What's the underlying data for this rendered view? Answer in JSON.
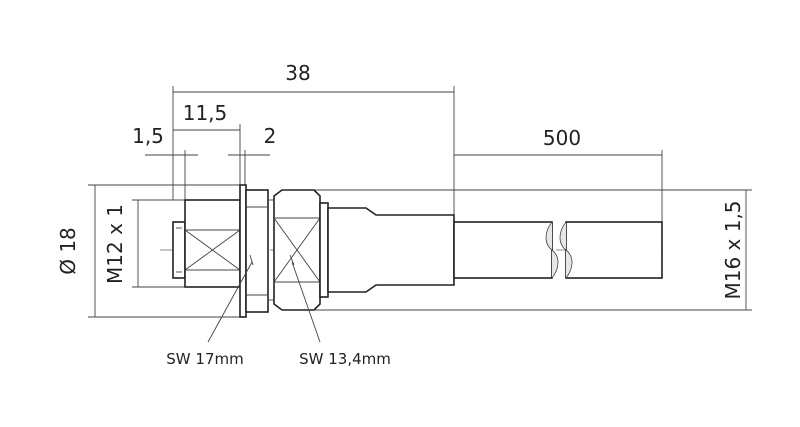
{
  "dimensions": {
    "overall_length": "38",
    "cable_length": "500",
    "thread_to_nut": "11,5",
    "front_offset": "1,5",
    "nut_thickness": "2",
    "flange_diameter": "Ø 18",
    "front_thread": "M12 x 1",
    "rear_thread": "M16 x 1,5"
  },
  "callouts": {
    "wrench_front": "SW 17mm",
    "wrench_rear": "SW 13,4mm"
  }
}
